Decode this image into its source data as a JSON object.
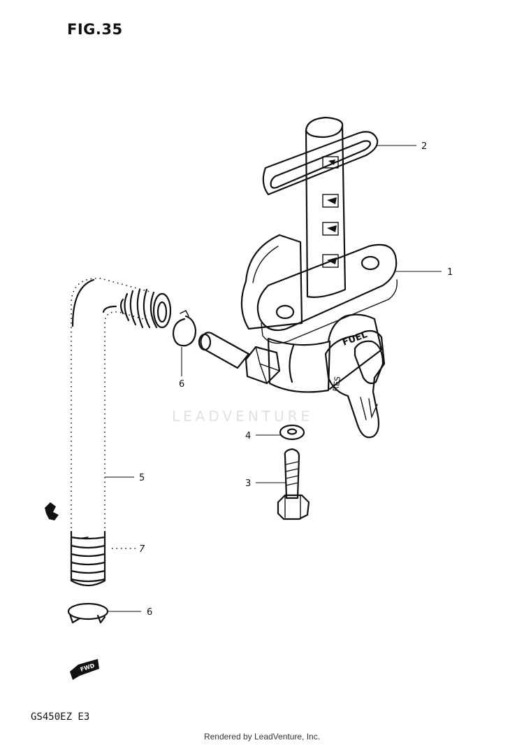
{
  "figure": {
    "title": "FIG.35",
    "model_code": "GS450EZ  E3",
    "footer": "Rendered by LeadVenture, Inc.",
    "watermark": "LEADVENTURE",
    "valve_lever_labels": [
      "FUEL",
      "RES"
    ],
    "direction_label": "FWD"
  },
  "callouts": [
    {
      "id": "1",
      "label": "1"
    },
    {
      "id": "2",
      "label": "2"
    },
    {
      "id": "3",
      "label": "3"
    },
    {
      "id": "4",
      "label": "4"
    },
    {
      "id": "5",
      "label": "5"
    },
    {
      "id": "6",
      "label": "6"
    },
    {
      "id": "6b",
      "label": "6"
    },
    {
      "id": "7",
      "label": "7"
    }
  ],
  "colors": {
    "ink": "#111111",
    "paper": "#ffffff",
    "watermark": "#e1e1e1"
  }
}
